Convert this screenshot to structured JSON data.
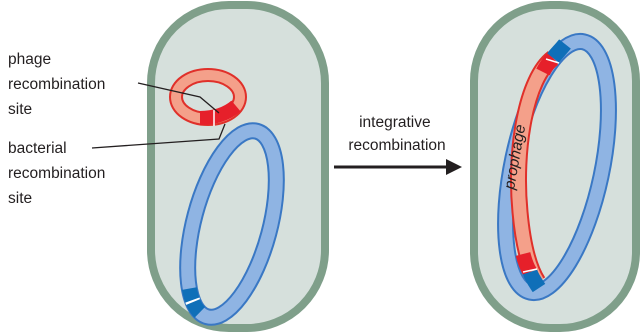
{
  "labels": {
    "phage_site": [
      "phage",
      "recombination",
      "site"
    ],
    "bacterial_site": [
      "bacterial",
      "recombination",
      "site"
    ],
    "arrow": [
      "integrative",
      "recombination"
    ],
    "prophage": "prophage"
  },
  "colors": {
    "cell_fill": "#d6e0dc",
    "cell_wall": "#7f9f8a",
    "bacterial_dna": "#8fb4e3",
    "bacterial_dna_edge": "#3a78c4",
    "phage_dna": "#f4a08a",
    "phage_dna_edge": "#e0302a",
    "phage_site": "#e6202a",
    "bacterial_site": "#0f6fb8",
    "text": "#231f20"
  }
}
